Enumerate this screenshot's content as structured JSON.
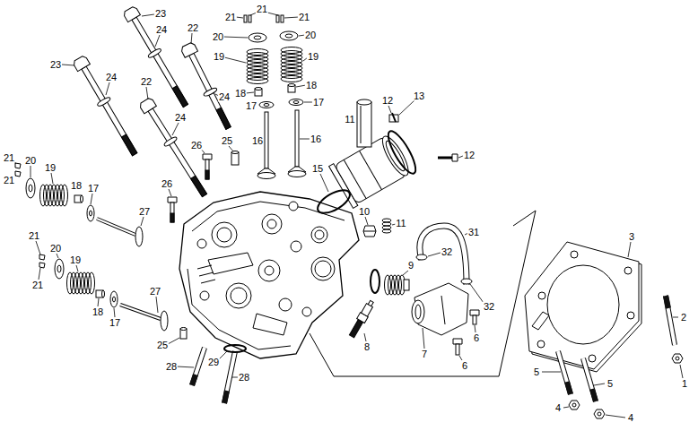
{
  "diagram": {
    "labels": [
      "21",
      "23",
      "21",
      "21",
      "24",
      "22",
      "20",
      "20",
      "19",
      "19",
      "23",
      "24",
      "22",
      "18",
      "18",
      "24",
      "17",
      "17",
      "12",
      "13",
      "24",
      "11",
      "16",
      "16",
      "25",
      "26",
      "12",
      "21",
      "20",
      "19",
      "15",
      "21",
      "26",
      "18",
      "17",
      "27",
      "10",
      "11",
      "31",
      "21",
      "3",
      "32",
      "20",
      "9",
      "19",
      "21",
      "27",
      "32",
      "18",
      "2",
      "17",
      "6",
      "8",
      "25",
      "7",
      "29",
      "28",
      "6",
      "5",
      "28",
      "1",
      "5",
      "4",
      "4"
    ]
  }
}
